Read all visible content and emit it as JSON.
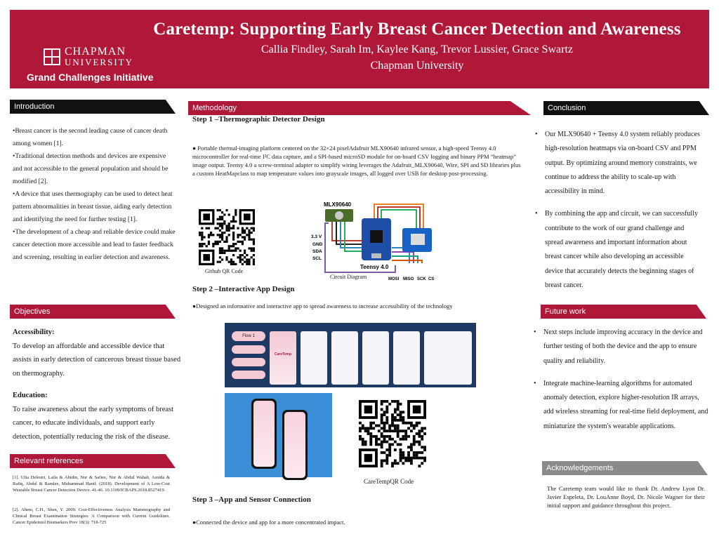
{
  "header": {
    "title": "Caretemp: Supporting Early Breast Cancer Detection and Awareness",
    "authors": "Callia Findley, Sarah Im, Kaylee Kang, Trevor Lussier, Grace Swartz",
    "affiliation": "Chapman University",
    "logo_line1": "CHAPMAN",
    "logo_line2": "UNIVERSITY",
    "initiative": "Grand Challenges Initiative"
  },
  "introduction": {
    "heading": "Introduction",
    "bullets": [
      "•Breast cancer is the second leading cause of cancer death among women [1].",
      "•Traditional detection methods and devices are expensive and not accessible to the general population and should be modified [2].",
      "•A device that uses thermography can be used to detect heat pattern abnormalities in breast tissue, aiding early detection and identifying the need for further testing [1].",
      "•The development of a cheap and reliable device could make cancer detection more accessible and lead to faster feedback and screening, resulting in earlier detection and awareness."
    ]
  },
  "objectives": {
    "heading": "Objectives",
    "accessibility_label": "Accessibility:",
    "accessibility_text": "To develop an affordable and accessible device that assists in early detection of cancerous breast tissue based on thermography.",
    "education_label": "Education:",
    "education_text": "To raise awareness about the early symptoms of breast cancer, to educate individuals, and support early detection, potentially reducing the risk of the disease."
  },
  "references": {
    "heading": "Relevant references",
    "ref1": "[1]. Ulta Delestri, Laila & Abidin, Nur & Safiee, Nur & Abdul Wahab, Asnida & Rafiq, Abdul & Ramlee, Muhammad Hanif. (2018). Development of A Low-Cost Wearable Breast Cancer Detection Device. 41-46. 10.1109/ICBAPS.2018.8527419.",
    "ref2": "[2]. Ahem, C.H., Shen, Y. 2009. Cost-Effectiveness Analysis Mammography and Clinical Breast Examination Strategies: A Comparison with Current Guidelines. Cancer Epidemiol Biomarkers Prev 18(3): 718-725"
  },
  "methodology": {
    "heading": "Methodology",
    "step1_title": "Step 1 –Thermographic Detector Design",
    "step1_text": "●   Portable thermal-imaging platform centered on the 32×24 pixelAdafruit MLX90640 infrared sensor, a high-speed Teensy 4.0 microcontroller for real-time I²C data capture, and a SPI-based microSD module for on-board CSV logging and binary PPM “heatmap” image output. Teensy 4.0 a screw-terminal adapter to simplify wiring leverages the Adafruit_MLX90640, Wire, SPI and SD libraries plus a custom HeatMapclass to map temperature values into grayscale images, all logged over USB for desktop post-processing.",
    "github_caption": "Github QR Code",
    "circuit_caption": "Circuit Diagram",
    "step2_title": "Step 2 –Interactive App Design",
    "step2_text": "●Designed an informative and interactive app to spread awareness to increase accessibility of the technology",
    "app_qr_caption": "CareTempQR Code",
    "step3_title": "Step 3 –App and Sensor Connection",
    "step3_text": "●Connected the device and app for a more concentrated impact."
  },
  "circuit_labels": {
    "sensor": "MLX90640",
    "v33": "3.3 V",
    "gnd": "GND",
    "sda": "SDA",
    "scl": "SCL",
    "teensy": "Teensy 4.0",
    "mosi": "MOSI",
    "miso": "MISO",
    "sck": "SCK",
    "cs": "CS"
  },
  "app_screens": {
    "flow_label": "Flow 1",
    "brand": "CareTemp"
  },
  "conclusion": {
    "heading": "Conclusion",
    "bullets": [
      "Our MLX90640 + Teensy 4.0 system reliably produces high-resolution heatmaps via on-board CSV and PPM output. By optimizing around memory constraints, we continue to address the ability to scale-up with accessibility in mind.",
      "By combining the app and circuit, we can successfully contribute to the work of our grand challenge and spread awareness and important information about breast cancer while also developing an accessible device that accurately detects the beginning stages of breast cancer."
    ]
  },
  "future_work": {
    "heading": "Future work",
    "bullets": [
      "Next steps include improving accuracy in the device and further testing of both the device and the app to ensure quality and reliability.",
      "Integrate machine-learning algorithms for automated anomaly detection, explore higher-resolution IR arrays, add wireless streaming for real-time field deployment, and miniaturize the system's wearable applications."
    ]
  },
  "acknowledgements": {
    "heading": "Acknowledgements",
    "text": "The Caretemp team would like to thank Dr. Andrew Lyon Dr. Javier Espeleta, Dr. LouAnne Boyd, Dr. Nicole Wagner for their initial support and guidance throughout this project."
  },
  "colors": {
    "accent": "#b0183a",
    "dark": "#111111",
    "gray": "#8a8a8a",
    "app_panel": "#1e3a63",
    "phone_panel": "#3a8ed6"
  }
}
